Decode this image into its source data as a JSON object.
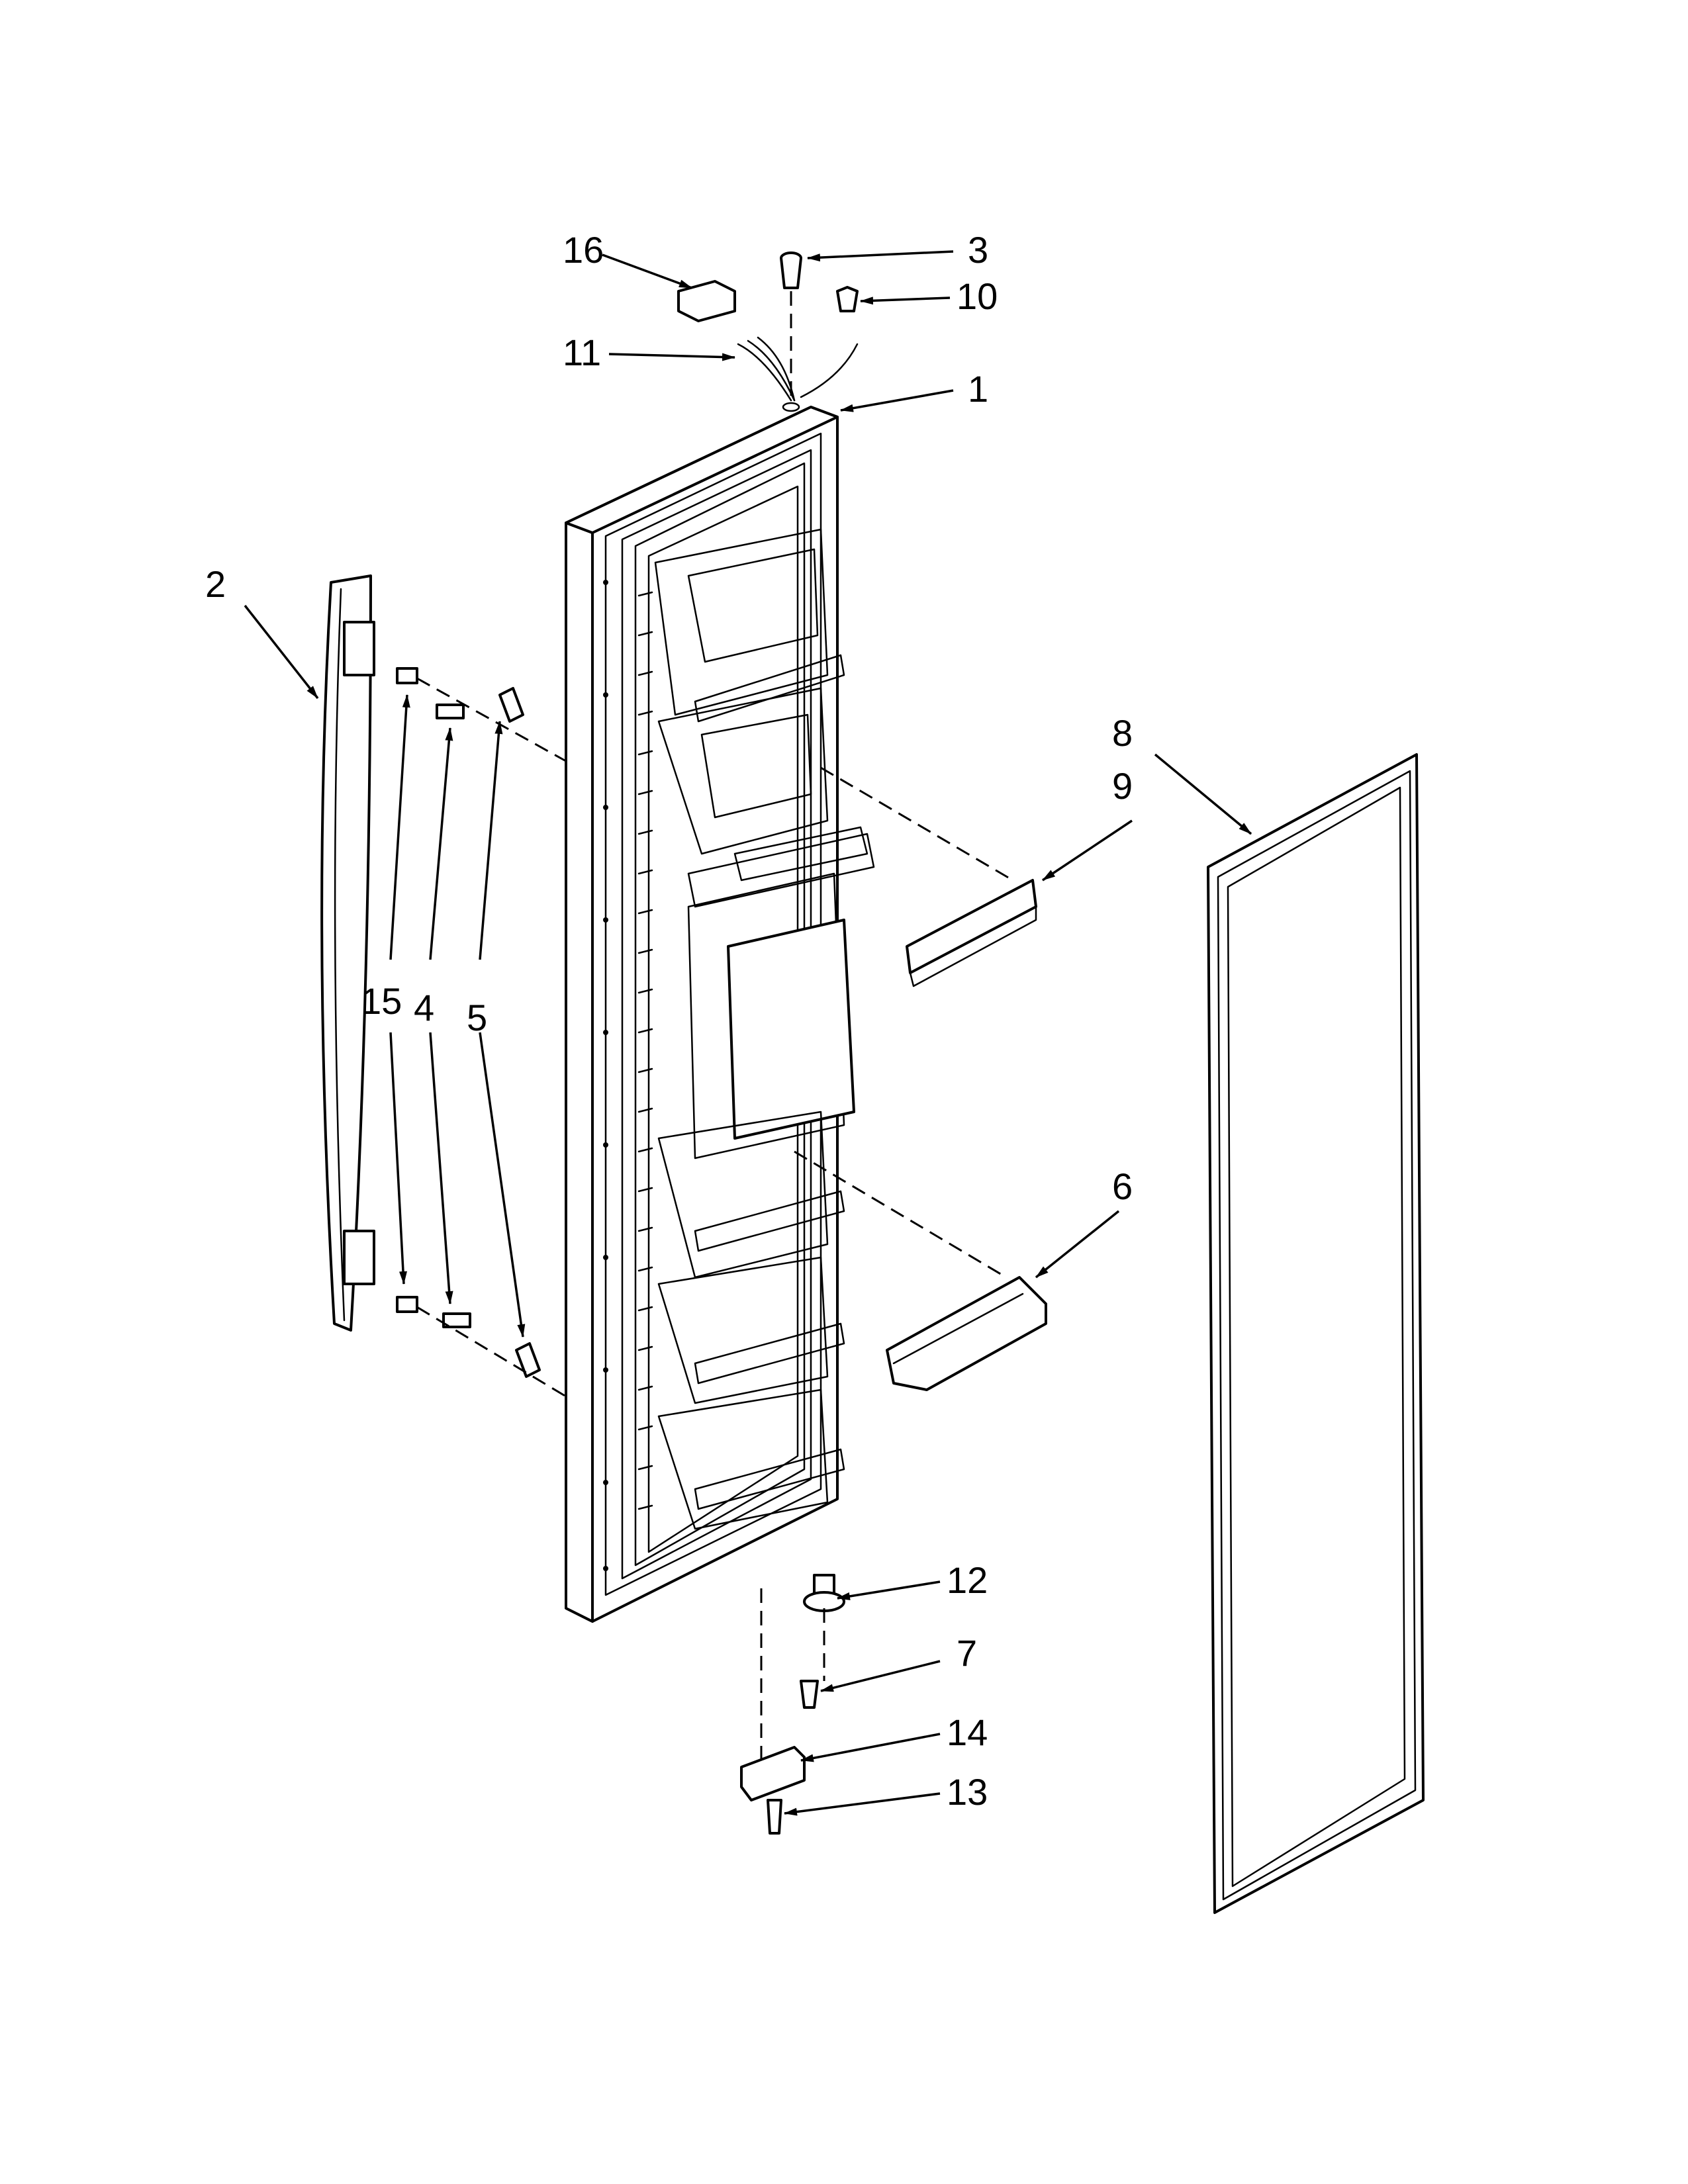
{
  "diagram": {
    "type": "exploded parts view",
    "callouts": [
      {
        "id": "c16",
        "text": "16"
      },
      {
        "id": "c3",
        "text": "3"
      },
      {
        "id": "c10",
        "text": "10"
      },
      {
        "id": "c11",
        "text": "11"
      },
      {
        "id": "c1",
        "text": "1"
      },
      {
        "id": "c2",
        "text": "2"
      },
      {
        "id": "c8",
        "text": "8"
      },
      {
        "id": "c9",
        "text": "9"
      },
      {
        "id": "c15",
        "text": "15"
      },
      {
        "id": "c4",
        "text": "4"
      },
      {
        "id": "c5",
        "text": "5"
      },
      {
        "id": "c6",
        "text": "6"
      },
      {
        "id": "c12",
        "text": "12"
      },
      {
        "id": "c7",
        "text": "7"
      },
      {
        "id": "c14",
        "text": "14"
      },
      {
        "id": "c13",
        "text": "13"
      }
    ]
  }
}
